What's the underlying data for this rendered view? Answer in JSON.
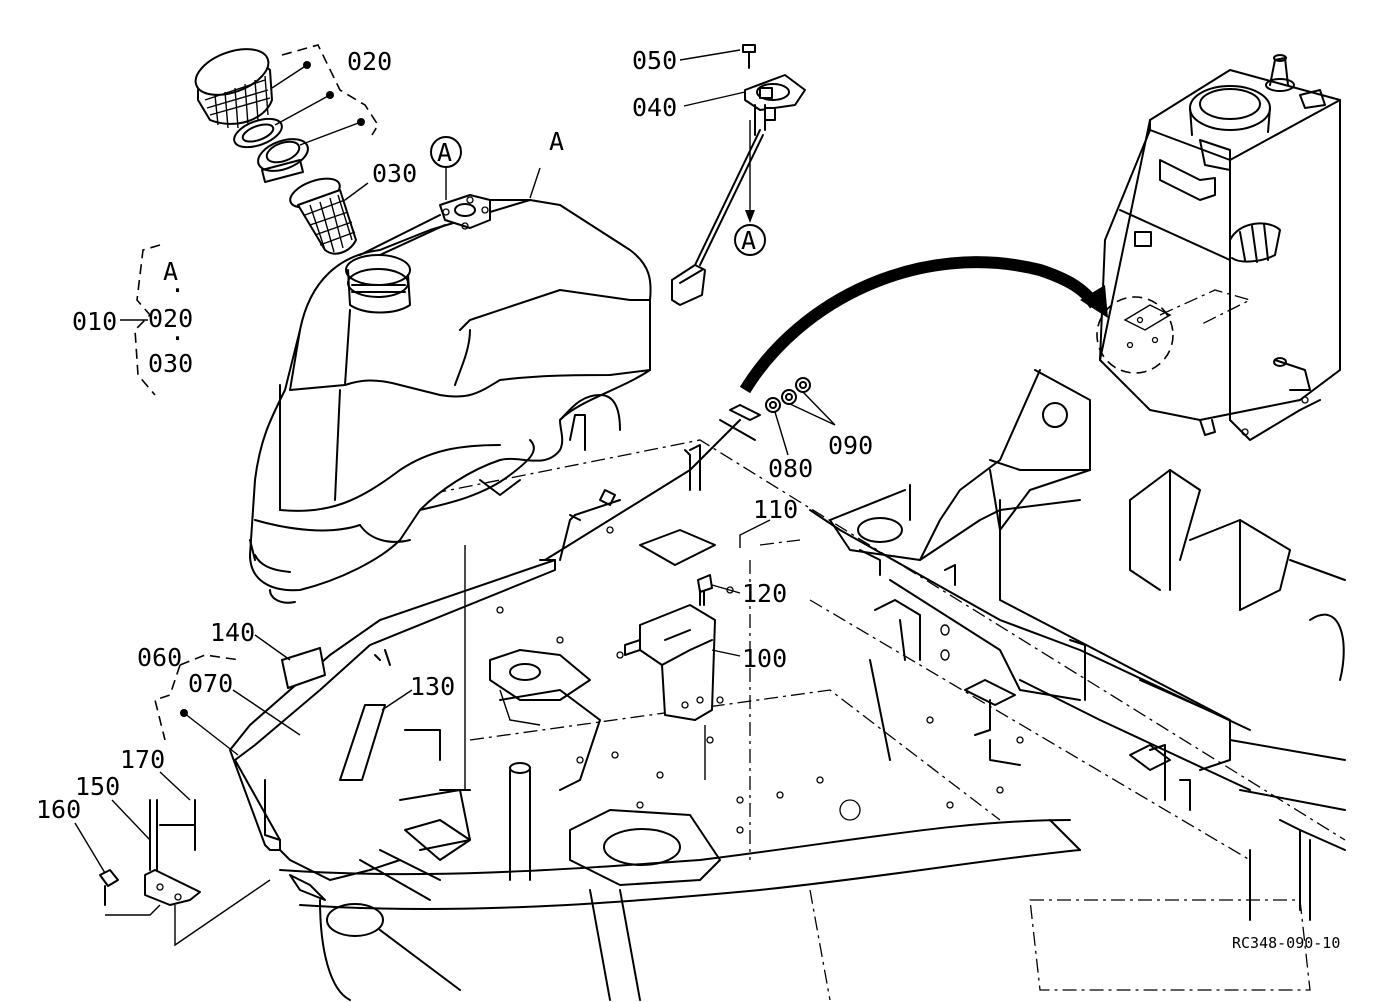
{
  "diagram_ref": "RC348-090-10",
  "callouts": {
    "010": "010",
    "020": "020",
    "030": "030",
    "040": "040",
    "050": "050",
    "060": "060",
    "070": "070",
    "080": "080",
    "090": "090",
    "100": "100",
    "110": "110",
    "120": "120",
    "130": "130",
    "140": "140",
    "150": "150",
    "160": "160",
    "170": "170"
  },
  "group_010": {
    "label": "010",
    "members": [
      "A",
      "020",
      "030"
    ],
    "separator": "·"
  },
  "markers": {
    "circle_a": "A",
    "plain_a": "A"
  }
}
